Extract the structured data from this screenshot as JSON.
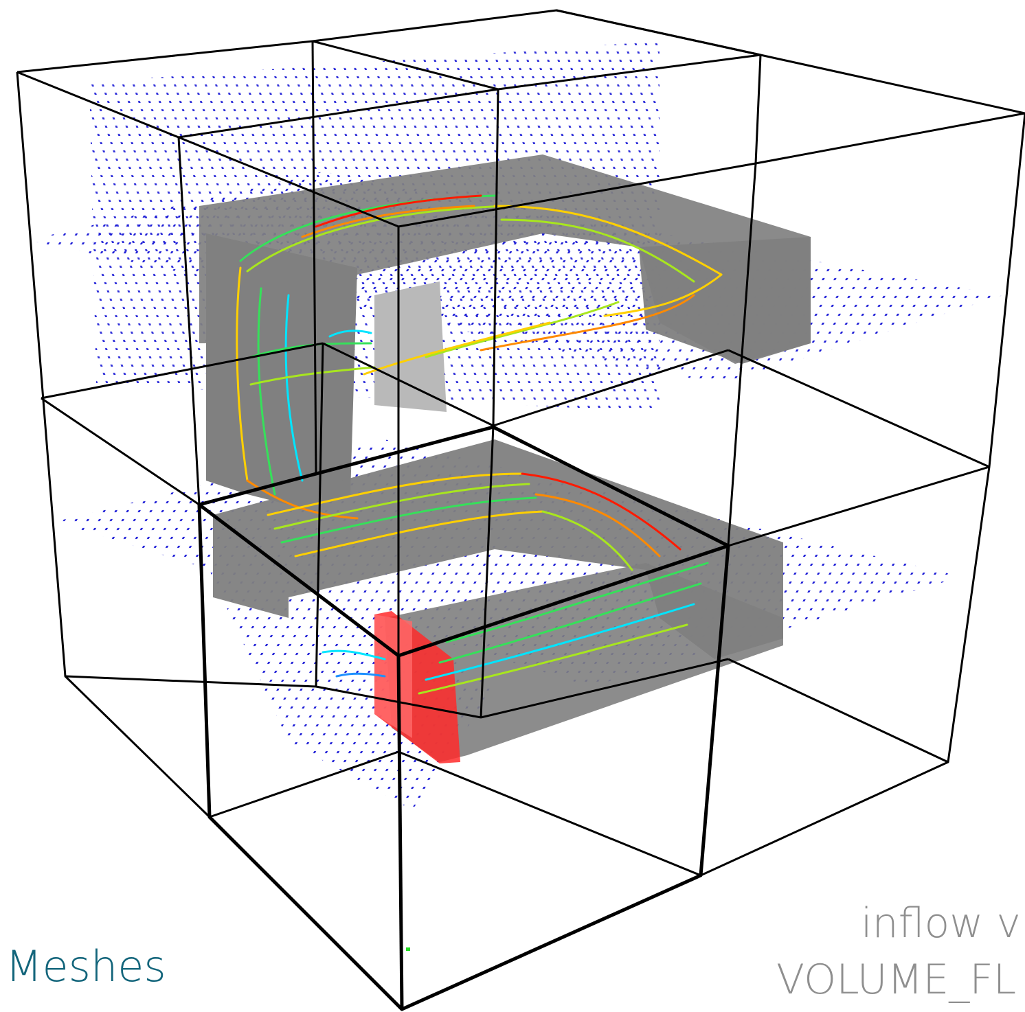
{
  "captions": {
    "meshes": "Meshes",
    "inflow": "inflow v",
    "volume": "VOLUME_FL"
  },
  "colors": {
    "caption_teal": "#13657b",
    "caption_grey": "#8f8f8f",
    "mesh_line": "#000000",
    "obstruction": "#808080",
    "inflow_vent": "#ff2a2a",
    "grid_point": "#1a1ad6"
  },
  "legend": {
    "vector_color_scale": [
      "#1e90ff",
      "#00e5ff",
      "#36e05a",
      "#a8e61e",
      "#ffd000",
      "#ff8a00",
      "#ff1a00"
    ]
  }
}
